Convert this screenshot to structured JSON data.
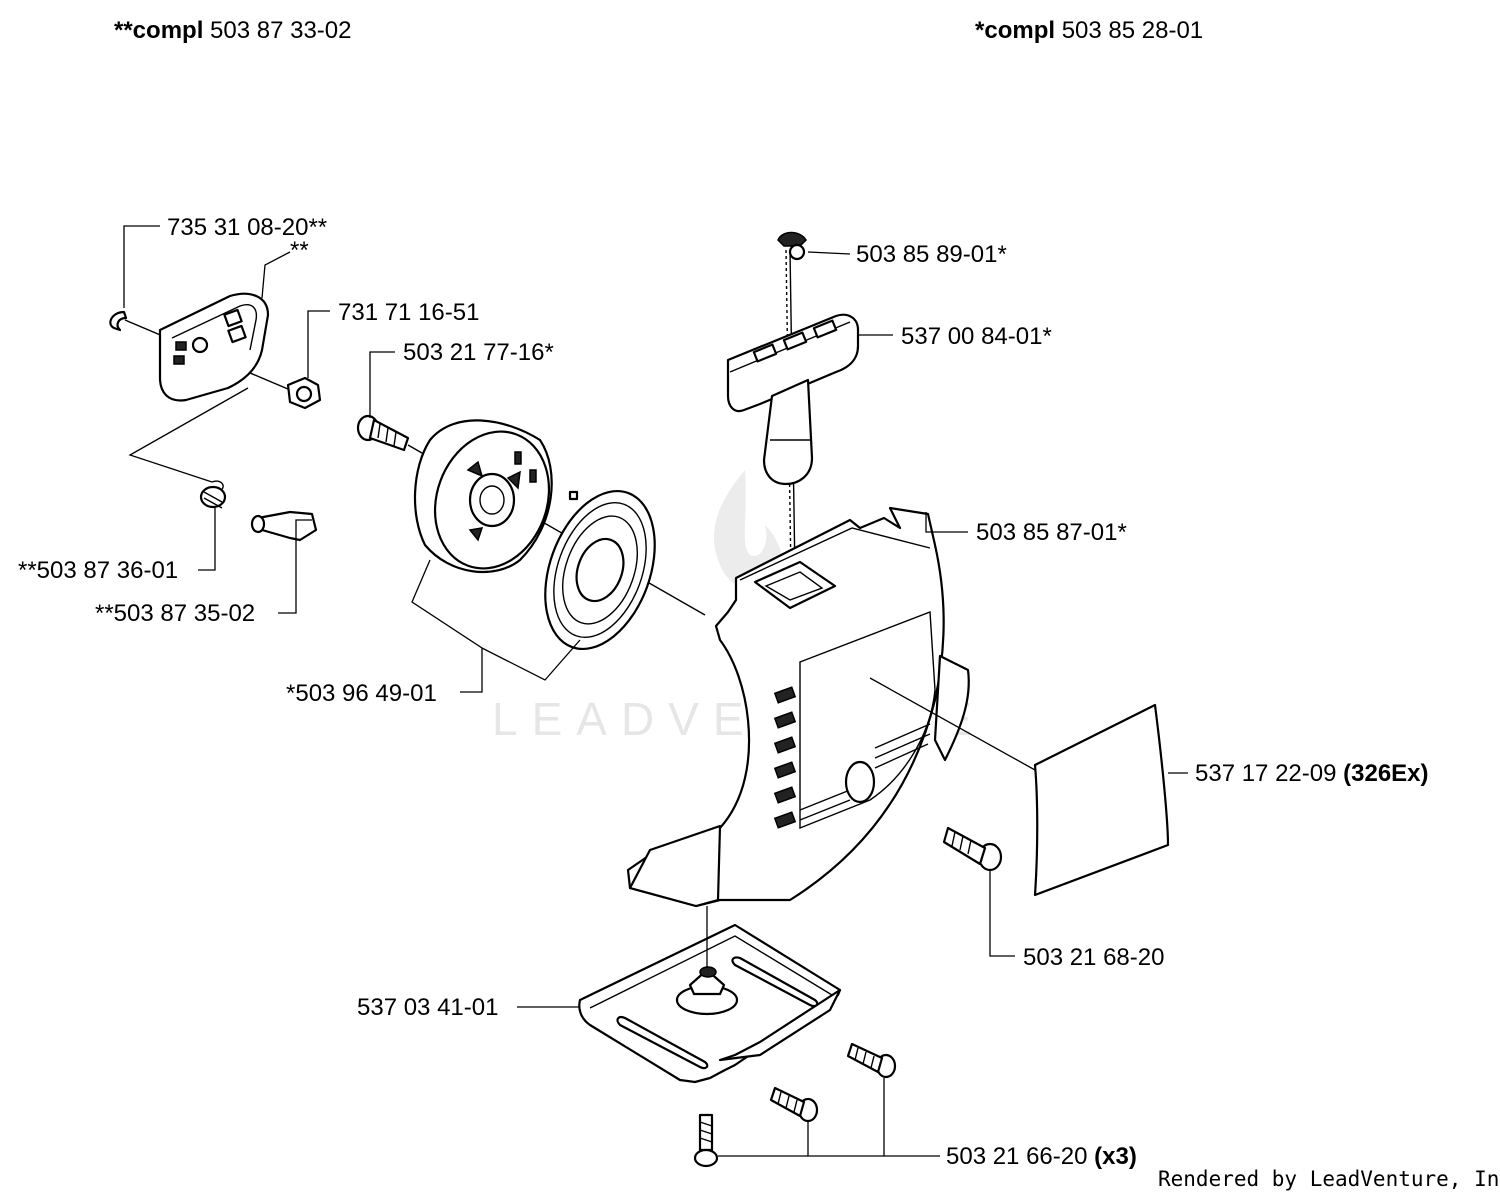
{
  "header": {
    "left_prefix": "**compl",
    "left_number": "503 87 33-02",
    "right_prefix": "*compl",
    "right_number": "503 85 28-01"
  },
  "parts": [
    {
      "id": "p1",
      "number": "735 31 08-20**"
    },
    {
      "id": "p2",
      "number": "**"
    },
    {
      "id": "p3",
      "number": "731 71 16-51"
    },
    {
      "id": "p4",
      "number": "503 21 77-16*"
    },
    {
      "id": "p5",
      "number": "503 85 89-01*"
    },
    {
      "id": "p6",
      "number": "537 00 84-01*"
    },
    {
      "id": "p7",
      "number": "503 85 87-01*"
    },
    {
      "id": "p8",
      "number": "**503 87 36-01"
    },
    {
      "id": "p9",
      "number": "**503 87 35-02"
    },
    {
      "id": "p10",
      "number": "*503 96 49-01"
    },
    {
      "id": "p11",
      "number": "537 17 22-09",
      "note": "(326Ex)"
    },
    {
      "id": "p12",
      "number": "503 21 68-20"
    },
    {
      "id": "p13",
      "number": "537 03 41-01"
    },
    {
      "id": "p14",
      "number": "503 21 66-20",
      "note": "(x3)"
    }
  ],
  "watermark": "LEADVENTURE",
  "footer": "Rendered by LeadVenture, Inc."
}
